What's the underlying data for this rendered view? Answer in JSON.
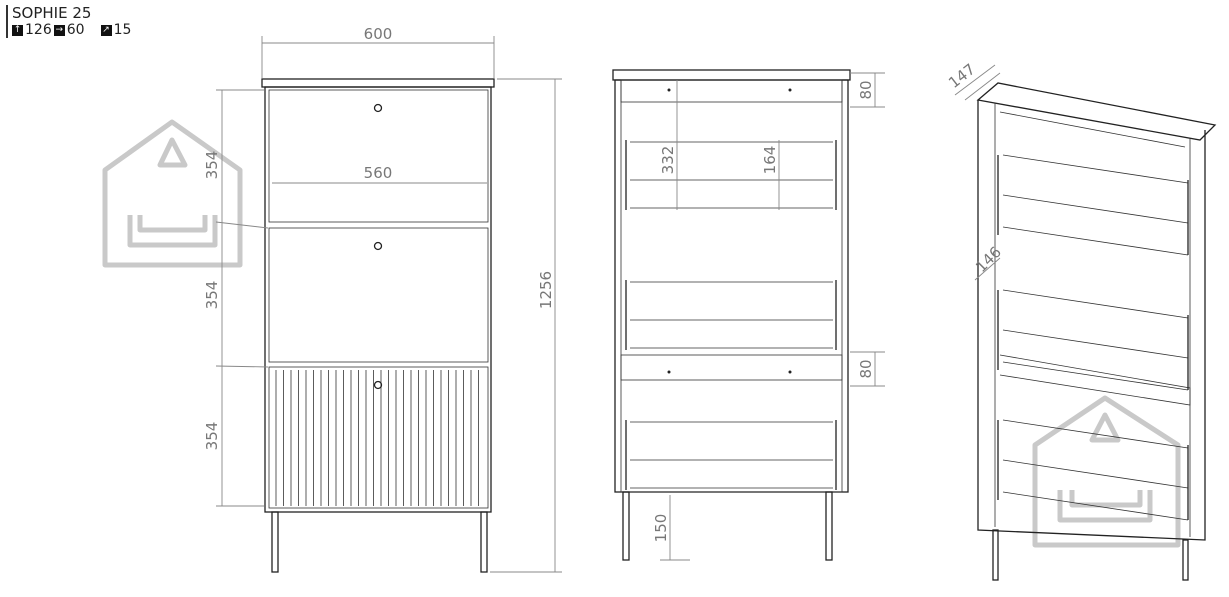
{
  "header": {
    "title": "SOPHIE 25",
    "height": "126",
    "width": "60",
    "depth": "15",
    "icons": {
      "height": "arrow-up-icon",
      "width": "arrow-right-icon",
      "depth": "arrow-diagonal-icon"
    }
  },
  "dimensions": {
    "front_width": "600",
    "inner_width": "560",
    "drawer1": "354",
    "drawer2": "354",
    "drawer3": "354",
    "total_height": "1256",
    "top_gap": "80",
    "shelf_span": "332",
    "shelf_spacing": "164",
    "mid_gap": "80",
    "leg_height": "150",
    "depth_top": "147",
    "depth_shelf": "146"
  }
}
